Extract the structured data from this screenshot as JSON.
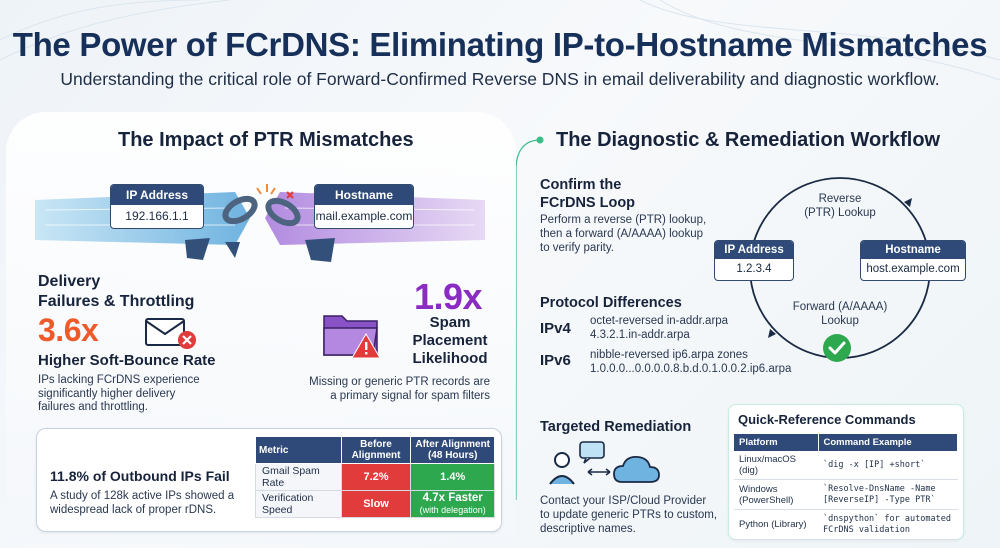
{
  "header": {
    "title": "The Power of FCrDNS: Eliminating IP-to-Hostname Mismatches",
    "subtitle": "Understanding the critical role of Forward-Confirmed Reverse DNS in email deliverability and diagnostic workflow."
  },
  "impact": {
    "title": "The Impact of PTR Mismatches",
    "ip_box": {
      "label": "IP Address",
      "value": "192.166.1.1"
    },
    "host_box": {
      "label": "Hostname",
      "value": "mail.example.com"
    },
    "delivery": {
      "heading_line1": "Delivery",
      "heading_line2": "Failures & Throttling",
      "stat": "3.6x",
      "stat_label": "Higher Soft-Bounce Rate",
      "desc_line1": "IPs lacking FCrDNS experience",
      "desc_line2": "significantly higher delivery",
      "desc_line3": "failures and throttling.",
      "stat_color": "#ef5a2a"
    },
    "spam": {
      "stat": "1.9x",
      "label_line1": "Spam",
      "label_line2": "Placement",
      "label_line3": "Likelihood",
      "desc_line1": "Missing or generic PTR records are",
      "desc_line2": "a primary signal for spam filters",
      "stat_color": "#8a2bc2"
    },
    "outbound": {
      "title": "11.8% of Outbound IPs Fail",
      "desc_line1": "A study of 128k active IPs showed a",
      "desc_line2": "widespread lack of proper rDNS."
    },
    "table": {
      "headers": [
        "Metric",
        "Before Alignment",
        "After Alignment (48 Hours)"
      ],
      "rows": [
        {
          "metric": "Gmail Spam Rate",
          "before": "7.2%",
          "after": "1.4%",
          "after_sub": ""
        },
        {
          "metric": "Verification Speed",
          "before": "Slow",
          "after": "4.7x Faster",
          "after_sub": "(with delegation)"
        }
      ]
    }
  },
  "workflow": {
    "title": "The Diagnostic & Remediation Workflow",
    "confirm": {
      "heading_line1": "Confirm the",
      "heading_line2": "FCrDNS Loop",
      "desc_line1": "Perform a reverse (PTR) lookup,",
      "desc_line2": "then a forward (A/AAAA) lookup",
      "desc_line3": "to verify parity."
    },
    "loop": {
      "reverse_line1": "Reverse",
      "reverse_line2": "(PTR) Lookup",
      "forward_line1": "Forward (A/AAAA)",
      "forward_line2": "Lookup",
      "ip_node": {
        "label": "IP Address",
        "value": "1.2.3.4"
      },
      "host_node": {
        "label": "Hostname",
        "value": "host.example.com"
      }
    },
    "protocol": {
      "heading": "Protocol Differences",
      "ipv4": {
        "label": "IPv4",
        "line1": "octet-reversed in-addr.arpa",
        "line2": "4.3.2.1.in-addr.arpa"
      },
      "ipv6": {
        "label": "IPv6",
        "line1": "nibble-reversed ip6.arpa zones",
        "line2": "1.0.0.0...0.0.0.0.8.b.d.0.1.0.0.2.ip6.arpa"
      }
    },
    "remediation": {
      "heading": "Targeted Remediation",
      "desc_line1": "Contact your ISP/Cloud Provider",
      "desc_line2": "to update generic PTRs to custom,",
      "desc_line3": "descriptive names."
    },
    "quick_ref": {
      "title": "Quick-Reference Commands",
      "headers": [
        "Platform",
        "Command Example"
      ],
      "rows": [
        {
          "platform_line1": "Linux/macOS (dig)",
          "platform_line2": "",
          "cmd_line1": "`dig -x [IP] +short`",
          "cmd_line2": ""
        },
        {
          "platform_line1": "Windows",
          "platform_line2": "(PowerShell)",
          "cmd_line1": "`Resolve-DnsName -Name",
          "cmd_line2": "[ReverseIP] -Type PTR`"
        },
        {
          "platform_line1": "Python (Library)",
          "platform_line2": "",
          "cmd_line1": "`dnspython` for automated",
          "cmd_line2": "FCrDNS validation"
        }
      ]
    }
  },
  "colors": {
    "navy": "#2f4a78",
    "orange": "#ef5a2a",
    "purple": "#8a2bc2",
    "red": "#e13b3b",
    "green": "#2ea84f",
    "teal": "#3bbd8a"
  }
}
